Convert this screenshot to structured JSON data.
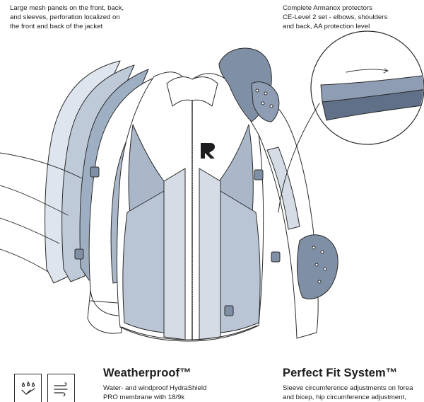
{
  "captions": {
    "left": [
      "Large mesh panels on the front, back,",
      "and sleeves, perforation localized on",
      "the front and back of the jacket"
    ],
    "right": [
      "Complete Armanox protectors",
      "CE-Level 2 set - elbows, shoulders",
      "and back, AA protection level"
    ]
  },
  "features": {
    "weatherproof": {
      "title": "Weatherproof™",
      "text": [
        "Water- and windproof HydraShield",
        "PRO membrane with 18/9k"
      ]
    },
    "perfect_fit": {
      "title": "Perfect Fit System™",
      "text": [
        "Sleeve circumference adjustments on forea",
        "and bicep, hip circumference adjustment,"
      ]
    }
  },
  "icons": [
    "water-drops-icon",
    "wind-icon",
    "jacket-illustration",
    "brand-logo-icon",
    "shoulder-protector-icon",
    "elbow-protector-icon"
  ],
  "colors": {
    "panel_blue": "#a9b7c9",
    "protector_blue": "#7f8fa6",
    "line": "#2b2b2b",
    "background": "#ffffff"
  }
}
